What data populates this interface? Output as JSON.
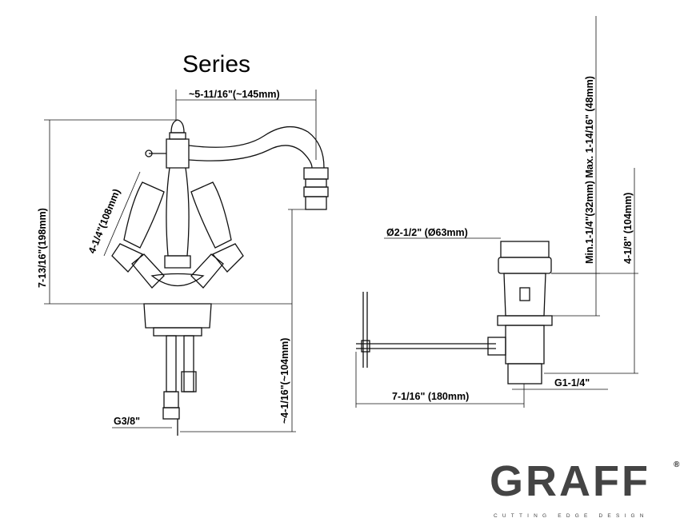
{
  "title": "Series",
  "faucet": {
    "spout_reach": "~5-11/16\"(~145mm)",
    "height": "7-13/16\"(198mm)",
    "handle_span": "4-1/4\"(108mm)",
    "shank_length": "~4-1/16\"(~104mm)",
    "connection": "G3/8\""
  },
  "drain": {
    "diameter": "Ø2-1/2\" (Ø63mm)",
    "counter_range": "Min.1-1/4\"(32mm) Max. 1-14/16\" (48mm)",
    "height": "4-1/8\" (104mm)",
    "rod_length": "7-1/16\" (180mm)",
    "thread": "G1-1/4\""
  },
  "logo": {
    "brand": "GRAFF",
    "registered": "®",
    "tagline": "CUTTING EDGE DESIGN"
  }
}
